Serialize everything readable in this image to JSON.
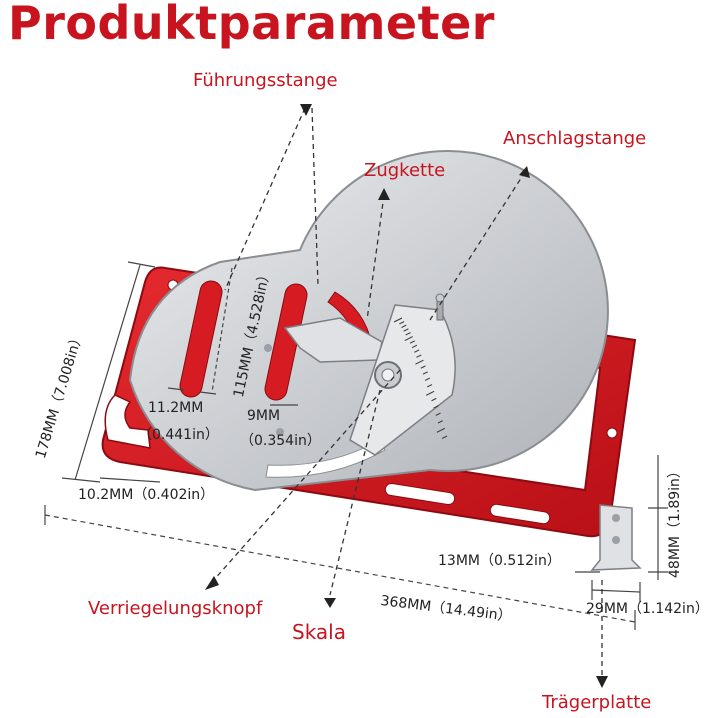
{
  "title": "Produktparameter",
  "labels": {
    "fuehrungsstange": "Führungsstange",
    "zugkette": "Zugkette",
    "anschlagstange": "Anschlagstange",
    "verriegelungsknopf": "Verriegelungsknopf",
    "skala": "Skala",
    "traegerplatte": "Trägerplatte"
  },
  "dimensions": {
    "d178": "178MM（7.008in）",
    "d115": "115MM（4.528in）",
    "d11_2": "11.2MM",
    "d11_2in": "（0.441in）",
    "d9": "9MM",
    "d9in": "（0.354in）",
    "d10_2": "10.2MM（0.402in）",
    "d13": "13MM（0.512in）",
    "d368": "368MM（14.49in）",
    "d48": "48MM（1.89in）",
    "d29": "29MM（1.142in）"
  },
  "colors": {
    "brand_red": "#c8141e",
    "plate_red": "#d61b22",
    "steel": "#cfd2d6"
  }
}
